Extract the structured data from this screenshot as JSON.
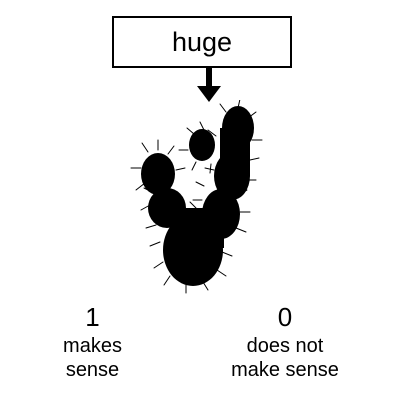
{
  "word": {
    "text": "huge"
  },
  "illustration": {
    "icon": "cactus-icon",
    "color": "#000000"
  },
  "options": [
    {
      "value": "1",
      "label_line1": "makes",
      "label_line2": "sense"
    },
    {
      "value": "0",
      "label_line1": "does not",
      "label_line2": "make sense"
    }
  ]
}
